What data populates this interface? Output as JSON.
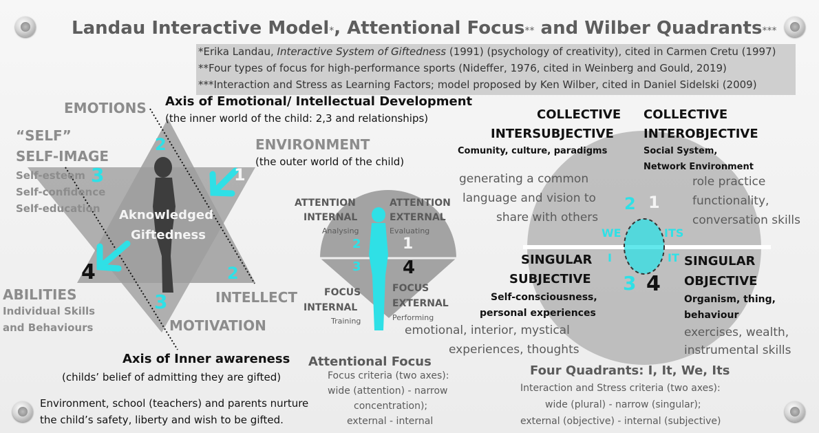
{
  "title": {
    "a": "Landau Interactive Model",
    "a_mark": "*",
    "b": ", Attentional Focus",
    "b_mark": "**",
    "c": " and Wilber Quadrants",
    "c_mark": "***"
  },
  "refs": [
    {
      "prefix": "*Erika Landau, ",
      "italic": "Interactive System of Giftedness",
      "suffix": " (1991) (psychology of creativity), cited in Carmen Cretu (1997)"
    },
    {
      "prefix": "**Four types of focus for high-performance sports (Nideffer, 1976, cited in Weinberg and Gould, 2019)",
      "italic": "",
      "suffix": ""
    },
    {
      "prefix": "***Interaction and Stress as Learning Factors; model proposed by Ken Wilber, cited in Daniel Sidelski (2009)",
      "italic": "",
      "suffix": ""
    }
  ],
  "landau": {
    "emotions": "EMOTIONS",
    "axis1_title": "Axis of Emotional/ Intellectual Development",
    "axis1_sub": "(the inner world of the child: 2,3 and relationships)",
    "self": "“SELF”",
    "self_image": "SELF-IMAGE",
    "self_items": [
      "Self-esteem",
      "Self-confidence",
      "Self-education"
    ],
    "environment": "ENVIRONMENT",
    "environment_sub": "(the outer world of the child)",
    "center1": "Aknowledged",
    "center2": "Giftedness",
    "abilities": "ABILITIES",
    "abilities_items": [
      "Individual Skills",
      "and Behaviours"
    ],
    "intellect": "INTELLECT",
    "motivation": "MOTIVATION",
    "n_2_top": "2",
    "n_1": "1",
    "n_3": "3",
    "n_2_right": "2",
    "n_3_bottom": "3",
    "n_4": "4",
    "axis2_title": "Axis of Inner awareness",
    "axis2_sub": "(childs’ belief of admitting they are gifted)",
    "footer1": "Environment, school (teachers) and parents nurture",
    "footer2": "the child’s safety, liberty and wish to be gifted."
  },
  "attention": {
    "att_int": [
      "ATTENTION",
      "INTERNAL"
    ],
    "att_int_sub": "Analysing",
    "att_ext": [
      "ATTENTION",
      "EXTERNAL"
    ],
    "att_ext_sub": "Evaluating",
    "foc_int": [
      "FOCUS",
      "INTERNAL"
    ],
    "foc_int_sub": "Training",
    "foc_ext": [
      "FOCUS",
      "EXTERNAL"
    ],
    "foc_ext_sub": "Performing",
    "n2": "2",
    "n1": "1",
    "n3": "3",
    "n4": "4",
    "title": "Attentional Focus",
    "criteria": [
      "Focus criteria (two axes):",
      "wide (attention) - narrow",
      "concentration);",
      "external - internal"
    ]
  },
  "wilber": {
    "ci_title": [
      "COLLECTIVE",
      "INTERSUBJECTIVE"
    ],
    "ci_sub": "Comunity, culture, paradigms",
    "ci_desc": [
      "generating  a  common",
      "language and vision to",
      "share with others"
    ],
    "co_title": [
      "COLLECTIVE",
      "INTEROBJECTIVE"
    ],
    "co_sub": [
      "Social System,",
      "Network Environment"
    ],
    "co_desc": [
      "role practice",
      "functionality,",
      "conversation skills"
    ],
    "we": "WE",
    "its": "ITS",
    "i": "I",
    "it": "IT",
    "n2": "2",
    "n1": "1",
    "n3": "3",
    "n4": "4",
    "ss_title": [
      "SINGULAR",
      "SUBJECTIVE"
    ],
    "ss_sub": [
      "Self-consciousness,",
      "personal experiences"
    ],
    "ss_desc": [
      "emotional, interior, mystical",
      "experiences, thoughts"
    ],
    "so_title": [
      "SINGULAR",
      "OBJECTIVE"
    ],
    "so_sub": [
      "Organism, thing,",
      "behaviour"
    ],
    "so_desc": [
      "exercises, wealth,",
      "instrumental skills"
    ],
    "title": "Four Quadrants: I, It, We, Its",
    "criteria": [
      "Interaction and Stress criteria (two axes):",
      "wide (plural) - narrow (singular);",
      "external (objective) - internal (subjective)"
    ]
  },
  "colors": {
    "accent": "#2fe0e6",
    "label_gray": "#8c8c8c",
    "shape_gray": "#a9a9a9"
  }
}
